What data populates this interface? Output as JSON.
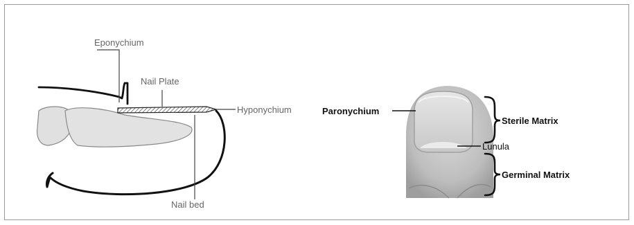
{
  "left_diagram": {
    "labels": {
      "eponychium": "Eponychium",
      "nail_plate": "Nail Plate",
      "hyponychium": "Hyponychium",
      "nail_bed": "Nail bed"
    }
  },
  "right_diagram": {
    "labels": {
      "paronychium": "Paronychium",
      "sterile_matrix": "Sterile Matrix",
      "lunula": "Lunula",
      "germinal_matrix": "Germinal Matrix"
    }
  }
}
